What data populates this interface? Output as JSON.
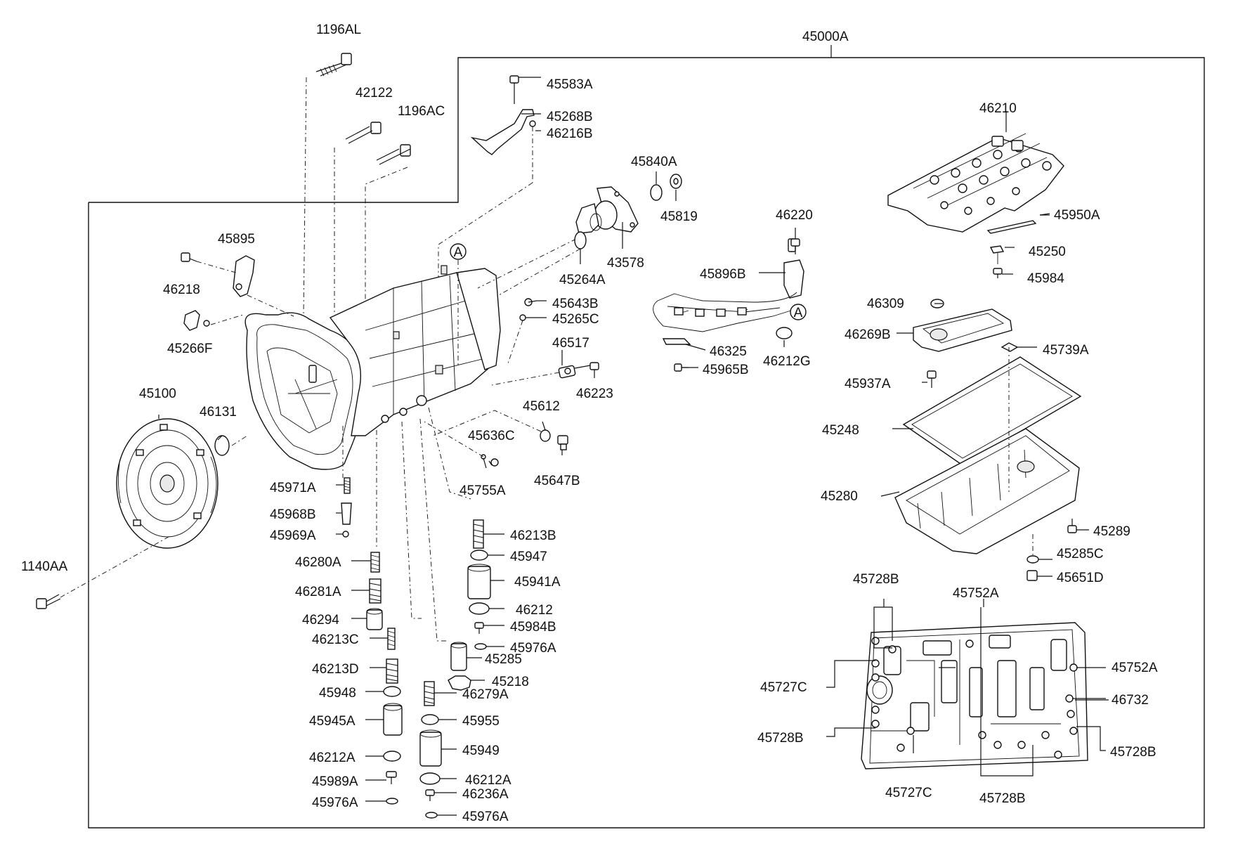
{
  "labels": {
    "l_1196AL": "1196AL",
    "l_45000A": "45000A",
    "l_42122": "42122",
    "l_1196AC": "1196AC",
    "l_45583A": "45583A",
    "l_45268B": "45268B",
    "l_46216B": "46216B",
    "l_46210": "46210",
    "l_45840A": "45840A",
    "l_45819": "45819",
    "l_46220": "46220",
    "l_45950A": "45950A",
    "l_45895": "45895",
    "l_43578": "43578",
    "l_45250": "45250",
    "l_45264A": "45264A",
    "l_46218": "46218",
    "l_45896B": "45896B",
    "l_45984": "45984",
    "l_45643B": "45643B",
    "l_46309": "46309",
    "l_45265C": "45265C",
    "l_45266F": "45266F",
    "l_46269B": "46269B",
    "l_46517": "46517",
    "l_46325": "46325",
    "l_45739A": "45739A",
    "l_46212G": "46212G",
    "l_45965B": "45965B",
    "l_46223": "46223",
    "l_45937A": "45937A",
    "l_45100": "45100",
    "l_45612": "45612",
    "l_46131": "46131",
    "l_45248": "45248",
    "l_45636C": "45636C",
    "l_45647B": "45647B",
    "l_45755A": "45755A",
    "l_45971A": "45971A",
    "l_45280": "45280",
    "l_45968B": "45968B",
    "l_46213B": "46213B",
    "l_45969A": "45969A",
    "l_45289": "45289",
    "l_46280A": "46280A",
    "l_45947": "45947",
    "l_45285C": "45285C",
    "l_1140AA": "1140AA",
    "l_45941A": "45941A",
    "l_45651D": "45651D",
    "l_46281A": "46281A",
    "l_45728B_1": "45728B",
    "l_46212": "46212",
    "l_45752A_1": "45752A",
    "l_46294": "46294",
    "l_45984B": "45984B",
    "l_46213C": "46213C",
    "l_45976A_1": "45976A",
    "l_45285": "45285",
    "l_45752A_2": "45752A",
    "l_46213D": "46213D",
    "l_45727C_1": "45727C",
    "l_45218": "45218",
    "l_46732": "46732",
    "l_45948": "45948",
    "l_46279A": "46279A",
    "l_45945A": "45945A",
    "l_45955": "45955",
    "l_45728B_2": "45728B",
    "l_45728B_3": "45728B",
    "l_45949": "45949",
    "l_46212A_1": "46212A",
    "l_45989A": "45989A",
    "l_46212A_2": "46212A",
    "l_45727C_2": "45727C",
    "l_45976A_2": "45976A",
    "l_46236A": "46236A",
    "l_45728B_4": "45728B",
    "l_45976A_3": "45976A",
    "callout_A_1": "A",
    "callout_A_2": "A"
  }
}
